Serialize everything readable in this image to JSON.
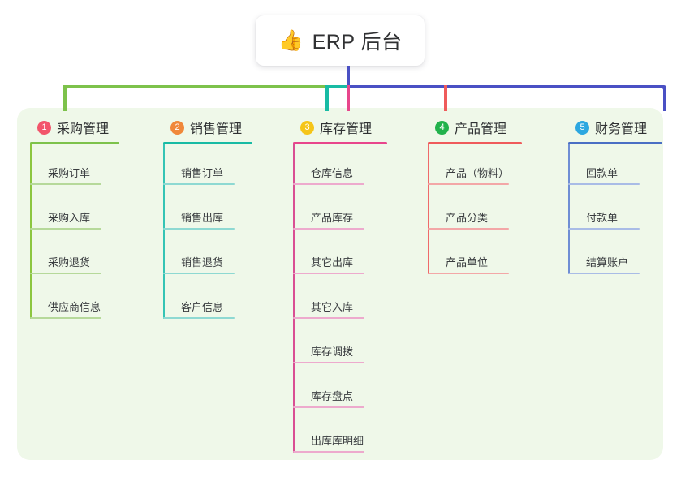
{
  "root": {
    "icon": "thumbs-up-emoji",
    "emoji": "👍",
    "title": "ERP 后台"
  },
  "palette": {
    "panel_bg": "#eff8e9",
    "root_stem": "#4a50c4",
    "bar_green": "#7dc24b",
    "bar_teal": "#18bba4",
    "bar_indigo": "#4a50c4",
    "drop_pink": "#e8468c",
    "drop_red": "#ef5b5b"
  },
  "columns": [
    {
      "number": "1",
      "label": "采购管理",
      "badge_color": "#f2556b",
      "rule_color": "#7dc24b",
      "spine_color": "#8cc63f",
      "leaf_rule_color": "#b6d99a",
      "leaves": [
        "采购订单",
        "采购入库",
        "采购退货",
        "供应商信息"
      ]
    },
    {
      "number": "2",
      "label": "销售管理",
      "badge_color": "#f0883a",
      "rule_color": "#18bba4",
      "spine_color": "#35c4b5",
      "leaf_rule_color": "#8ed9d2",
      "leaves": [
        "销售订单",
        "销售出库",
        "销售退货",
        "客户信息"
      ]
    },
    {
      "number": "3",
      "label": "库存管理",
      "badge_color": "#f5c518",
      "rule_color": "#e8468c",
      "spine_color": "#d94f93",
      "leaf_rule_color": "#edaacd",
      "leaves": [
        "仓库信息",
        "产品库存",
        "其它出库",
        "其它入库",
        "库存调拨",
        "库存盘点",
        "出库库明细"
      ]
    },
    {
      "number": "4",
      "label": "产品管理",
      "badge_color": "#22b24c",
      "rule_color": "#ef5b5b",
      "spine_color": "#ef6a6a",
      "leaf_rule_color": "#f3a7a7",
      "leaves": [
        "产品（物料）",
        "产品分类",
        "产品单位"
      ]
    },
    {
      "number": "5",
      "label": "财务管理",
      "badge_color": "#2ca7e0",
      "rule_color": "#4a6fc4",
      "spine_color": "#6f8ed4",
      "leaf_rule_color": "#a9bce6",
      "leaves": [
        "回款单",
        "付款单",
        "结算账户"
      ]
    }
  ]
}
